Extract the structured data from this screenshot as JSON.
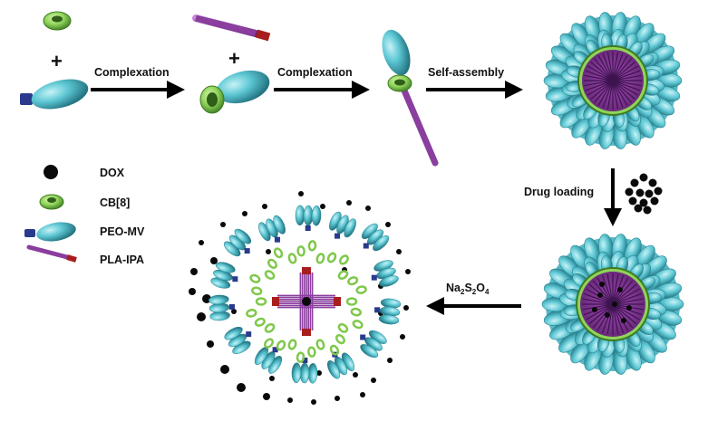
{
  "diagram": {
    "steps": [
      {
        "label": "Complexation"
      },
      {
        "label": "Complexation"
      },
      {
        "label": "Self-assembly"
      },
      {
        "label": "Drug loading"
      },
      {
        "label": "Na2S2O4",
        "parts": [
          {
            "text": "Na",
            "sub": false
          },
          {
            "text": "2",
            "sub": true
          },
          {
            "text": "S",
            "sub": false
          },
          {
            "text": "2",
            "sub": true
          },
          {
            "text": "O",
            "sub": false
          },
          {
            "text": "4",
            "sub": true
          }
        ]
      }
    ],
    "plus_sign": "+",
    "legend": [
      {
        "label": "DOX",
        "icon": "dox-dot-icon"
      },
      {
        "label": "CB[8]",
        "icon": "cb8-ring-icon"
      },
      {
        "label": "PEO-MV",
        "icon": "peo-mv-icon"
      },
      {
        "label": "PLA-IPA",
        "icon": "pla-ipa-icon"
      }
    ],
    "colors": {
      "peo": "#5ec8d4",
      "peo_dark": "#2f8e9c",
      "mv": "#2a3a8c",
      "cb8": "#8fd45a",
      "cb8_dark": "#3d7a22",
      "pla": "#8a3e9e",
      "pla_light": "#b56ec6",
      "ipa": "#a81e1e",
      "dox": "#0a0a0a",
      "arrow": "#000000"
    }
  }
}
